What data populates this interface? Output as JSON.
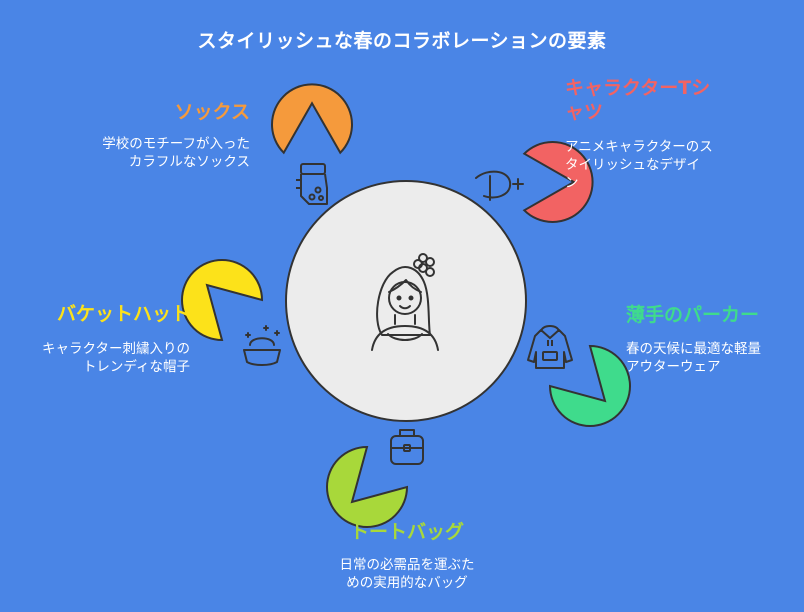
{
  "title": "スタイリッシュな春のコラボレーションの要素",
  "colors": {
    "background": "#4a85e6",
    "center": "#ececec",
    "socks": "#f59a3c",
    "tshirt": "#f26363",
    "hat": "#fce21a",
    "tote": "#a8d83a",
    "hoodie": "#3fdb8c"
  },
  "center": {
    "icon": "girl-with-flower-icon"
  },
  "items": {
    "socks": {
      "label": "ソックス",
      "desc": [
        "学校のモチーフが入った",
        "カラフルなソックス"
      ],
      "icon": "socks-icon"
    },
    "tshirt": {
      "label": [
        "キャラクターTシ",
        "ャツ"
      ],
      "desc": [
        "アニメキャラクターのス",
        "タイリッシュなデザイ",
        "ン"
      ],
      "icon": "disney-plus-icon"
    },
    "hat": {
      "label": "バケットハット",
      "desc": [
        "キャラクター刺繍入りの",
        "トレンディな帽子"
      ],
      "icon": "hat-sparkle-icon"
    },
    "hoodie": {
      "label": "薄手のパーカー",
      "desc": [
        "春の天候に最適な軽量",
        "アウターウェア"
      ],
      "icon": "hoodie-icon"
    },
    "tote": {
      "label": "トートバッグ",
      "desc": [
        "日常の必需品を運ぶた",
        "めの実用的なバッグ"
      ],
      "icon": "tote-bag-icon"
    }
  }
}
